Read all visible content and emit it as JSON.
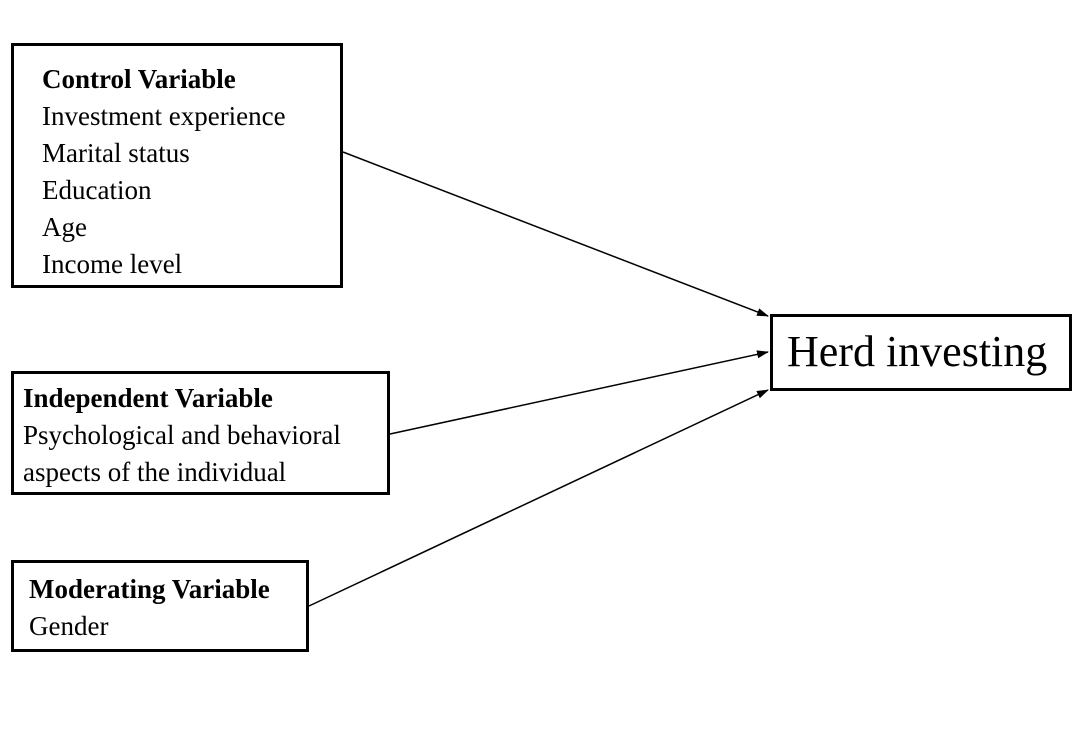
{
  "control": {
    "heading": "Control Variable",
    "items": [
      "Investment experience",
      "Marital status",
      "Education",
      "Age",
      "Income level"
    ]
  },
  "independent": {
    "heading": "Independent Variable",
    "lines": [
      "Psychological and behavioral",
      "aspects of the individual"
    ]
  },
  "moderating": {
    "heading": "Moderating Variable",
    "items": [
      "Gender"
    ]
  },
  "outcome": {
    "label": "Herd investing"
  },
  "colors": {
    "line": "#000000",
    "background": "#ffffff"
  }
}
